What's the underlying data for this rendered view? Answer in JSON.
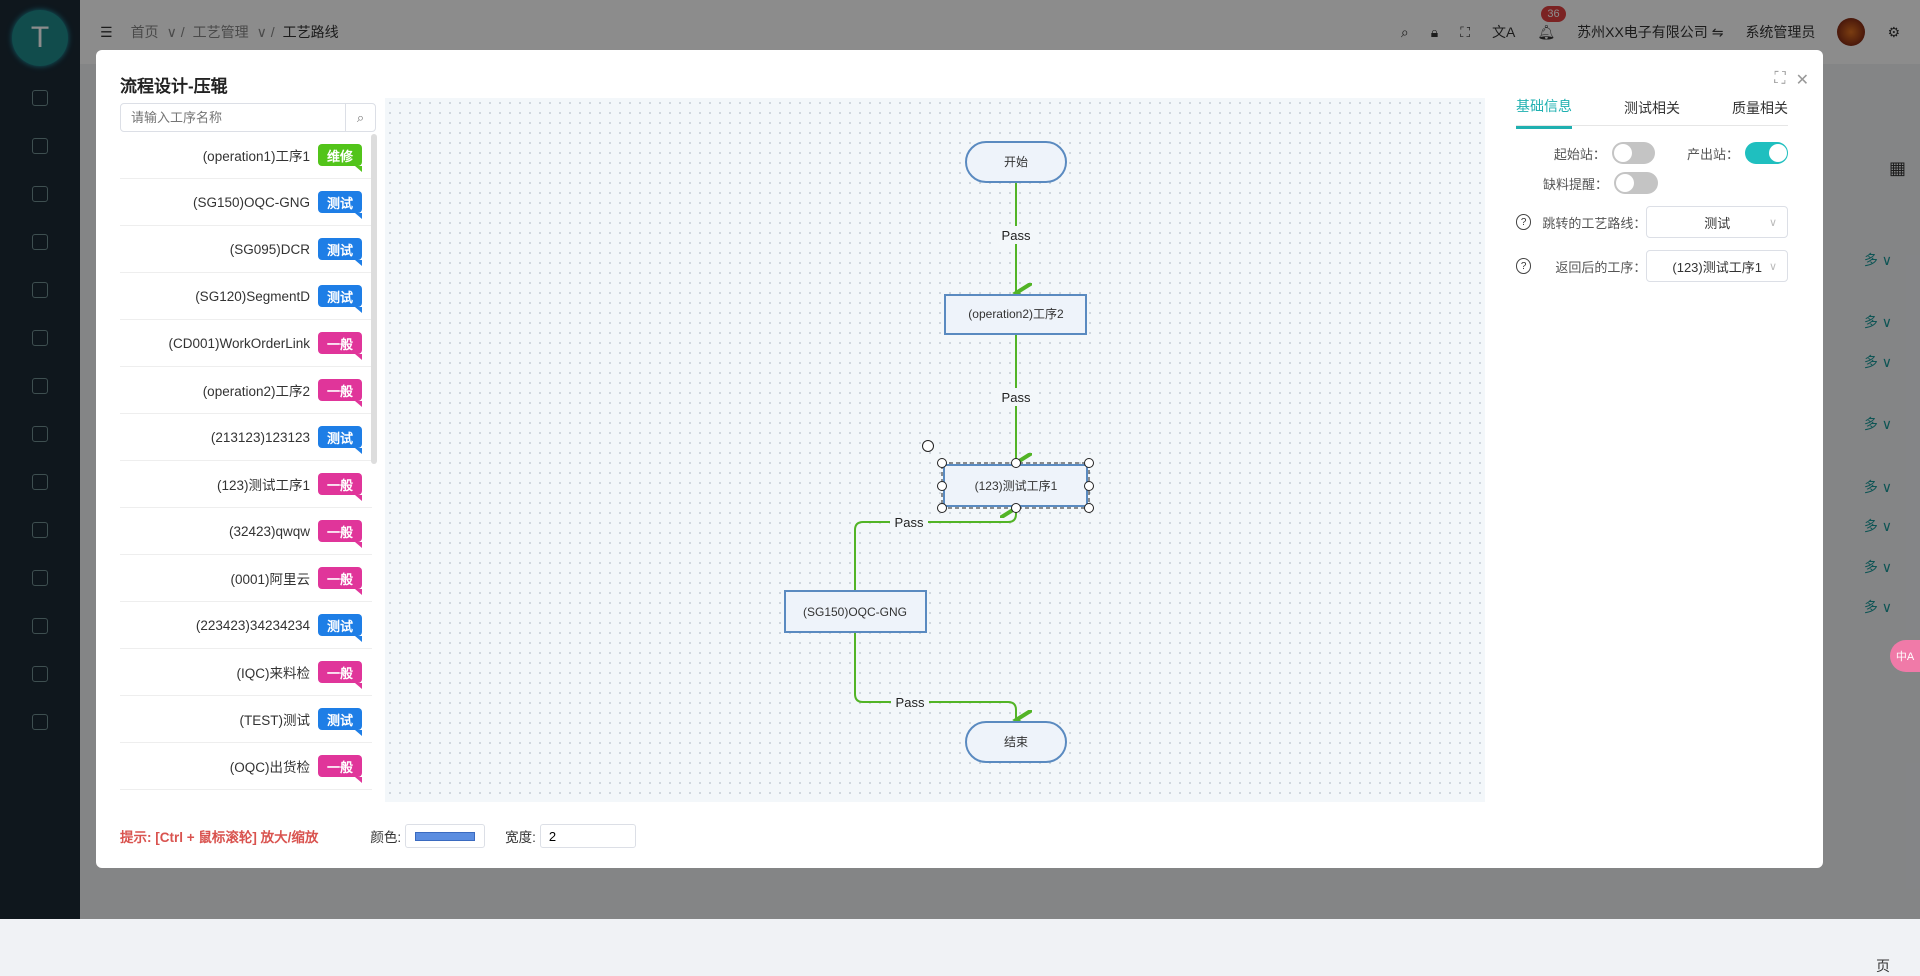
{
  "logo": "T",
  "header": {
    "breadcrumb": [
      "首页",
      "工艺管理",
      "工艺路线"
    ],
    "notif_count": "36",
    "company": "苏州XX电子有限公司",
    "user": "系统管理员"
  },
  "background": {
    "more_label": "多",
    "pager_suffix": "页",
    "translate_label": "中A"
  },
  "modal": {
    "title": "流程设计-压辊",
    "search_placeholder": "请输入工序名称",
    "operations": [
      {
        "name": "(operation1)工序1",
        "tag": "维修",
        "color": "#52c41a"
      },
      {
        "name": "(SG150)OQC-GNG",
        "tag": "测试",
        "color": "#1e7ee6"
      },
      {
        "name": "(SG095)DCR",
        "tag": "测试",
        "color": "#1e7ee6"
      },
      {
        "name": "(SG120)SegmentD",
        "tag": "测试",
        "color": "#1e7ee6"
      },
      {
        "name": "(CD001)WorkOrderLink",
        "tag": "一般",
        "color": "#e0359a"
      },
      {
        "name": "(operation2)工序2",
        "tag": "一般",
        "color": "#e0359a"
      },
      {
        "name": "(213123)123123",
        "tag": "测试",
        "color": "#1e7ee6"
      },
      {
        "name": "(123)测试工序1",
        "tag": "一般",
        "color": "#e0359a"
      },
      {
        "name": "(32423)qwqw",
        "tag": "一般",
        "color": "#e0359a"
      },
      {
        "name": "(0001)阿里云",
        "tag": "一般",
        "color": "#e0359a"
      },
      {
        "name": "(223423)34234234",
        "tag": "测试",
        "color": "#1e7ee6"
      },
      {
        "name": "(IQC)来料检",
        "tag": "一般",
        "color": "#e0359a"
      },
      {
        "name": "(TEST)测试",
        "tag": "测试",
        "color": "#1e7ee6"
      },
      {
        "name": "(OQC)出货检",
        "tag": "一般",
        "color": "#e0359a"
      }
    ],
    "flow": {
      "start": "开始",
      "end": "结束",
      "nodes": [
        "(operation2)工序2",
        "(123)测试工序1",
        "(SG150)OQC-GNG"
      ],
      "edge_label": "Pass"
    },
    "panel": {
      "tabs": [
        "基础信息",
        "测试相关",
        "质量相关"
      ],
      "active_tab": 0,
      "start_station_label": "起始站：",
      "start_station": false,
      "output_station_label": "产出站：",
      "output_station": true,
      "shortage_label": "缺料提醒：",
      "shortage": false,
      "jump_route_label": "跳转的工艺路线：",
      "jump_route": "测试",
      "return_op_label": "返回后的工序：",
      "return_op": "(123)测试工序1"
    },
    "footer": {
      "hint": "提示: [Ctrl + 鼠标滚轮] 放大/缩放",
      "color_label": "颜色:",
      "line_color": "#5b8de0",
      "width_label": "宽度:",
      "width_value": "2"
    }
  }
}
